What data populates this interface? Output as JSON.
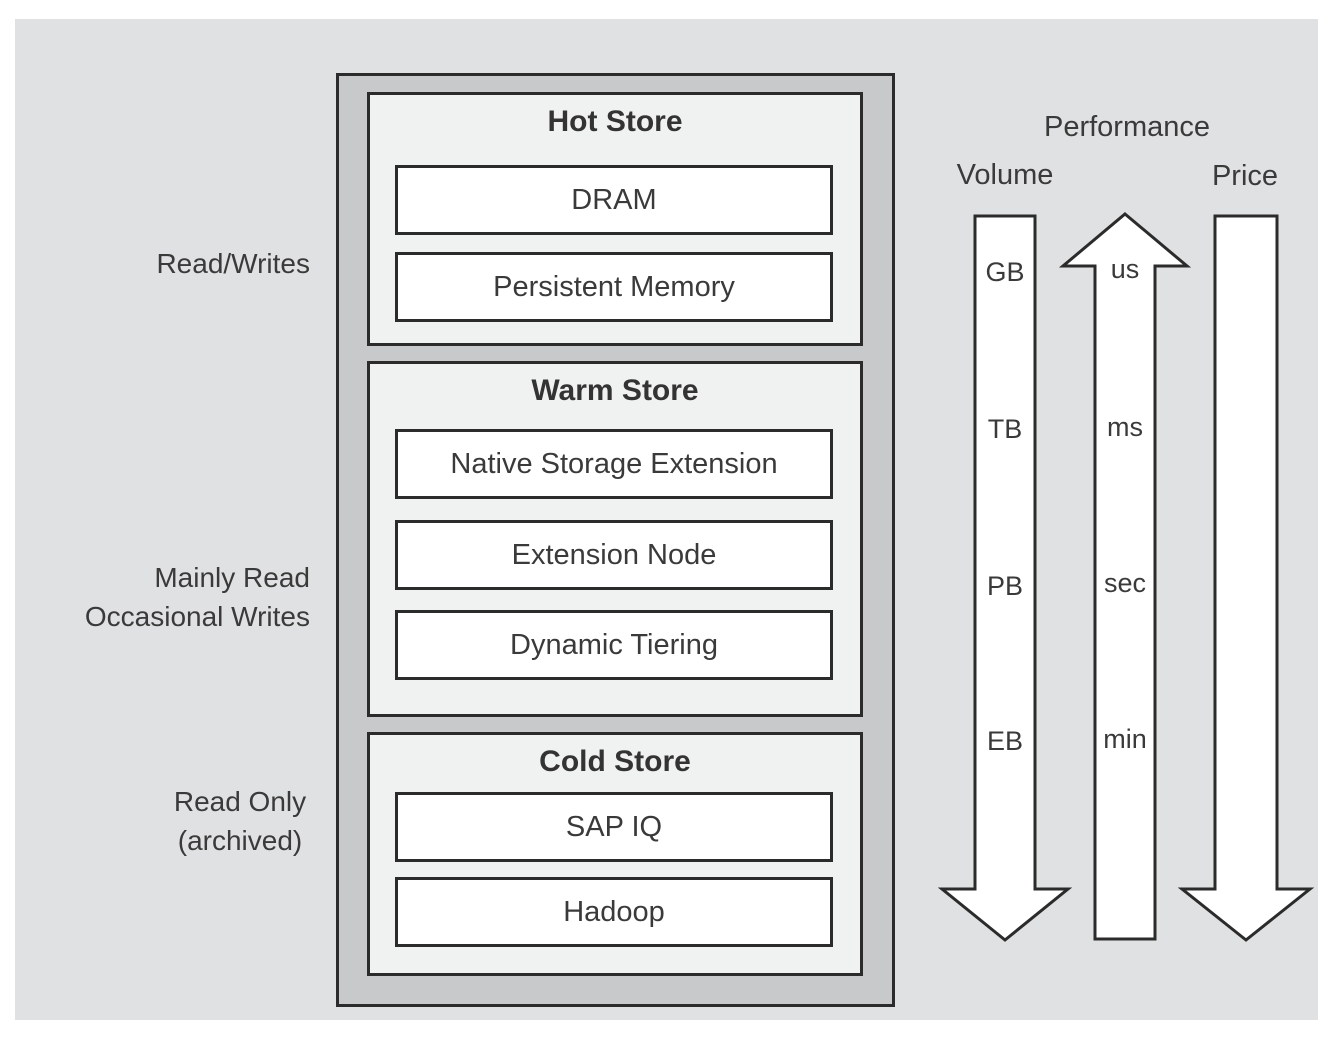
{
  "access_labels": {
    "read_writes": {
      "lines": [
        "Read/Writes"
      ]
    },
    "mainly_read": {
      "lines": [
        "Mainly Read",
        "Occasional Writes"
      ]
    },
    "read_only": {
      "lines": [
        "Read Only",
        "(archived)"
      ]
    }
  },
  "stores": [
    {
      "title": "Hot Store",
      "items": [
        "DRAM",
        "Persistent Memory"
      ]
    },
    {
      "title": "Warm Store",
      "items": [
        "Native Storage Extension",
        "Extension Node",
        "Dynamic Tiering"
      ]
    },
    {
      "title": "Cold Store",
      "items": [
        "SAP IQ",
        "Hadoop"
      ]
    }
  ],
  "arrows": {
    "volume": {
      "title": "Volume",
      "direction": "down",
      "scale_labels": [
        "GB",
        "TB",
        "PB",
        "EB"
      ]
    },
    "performance": {
      "title": "Performance",
      "direction": "up",
      "scale_labels": [
        "us",
        "ms",
        "sec",
        "min"
      ]
    },
    "price": {
      "title": "Price",
      "direction": "down",
      "scale_labels": []
    }
  },
  "colors": {
    "page_background": "#ffffff",
    "panel_background": "#e0e1e2",
    "container_fill": "#c8c9ca",
    "section_fill": "#f0f1f1",
    "item_fill": "#ffffff",
    "border": "#2b2b2b",
    "text": "#3a3a3a"
  }
}
